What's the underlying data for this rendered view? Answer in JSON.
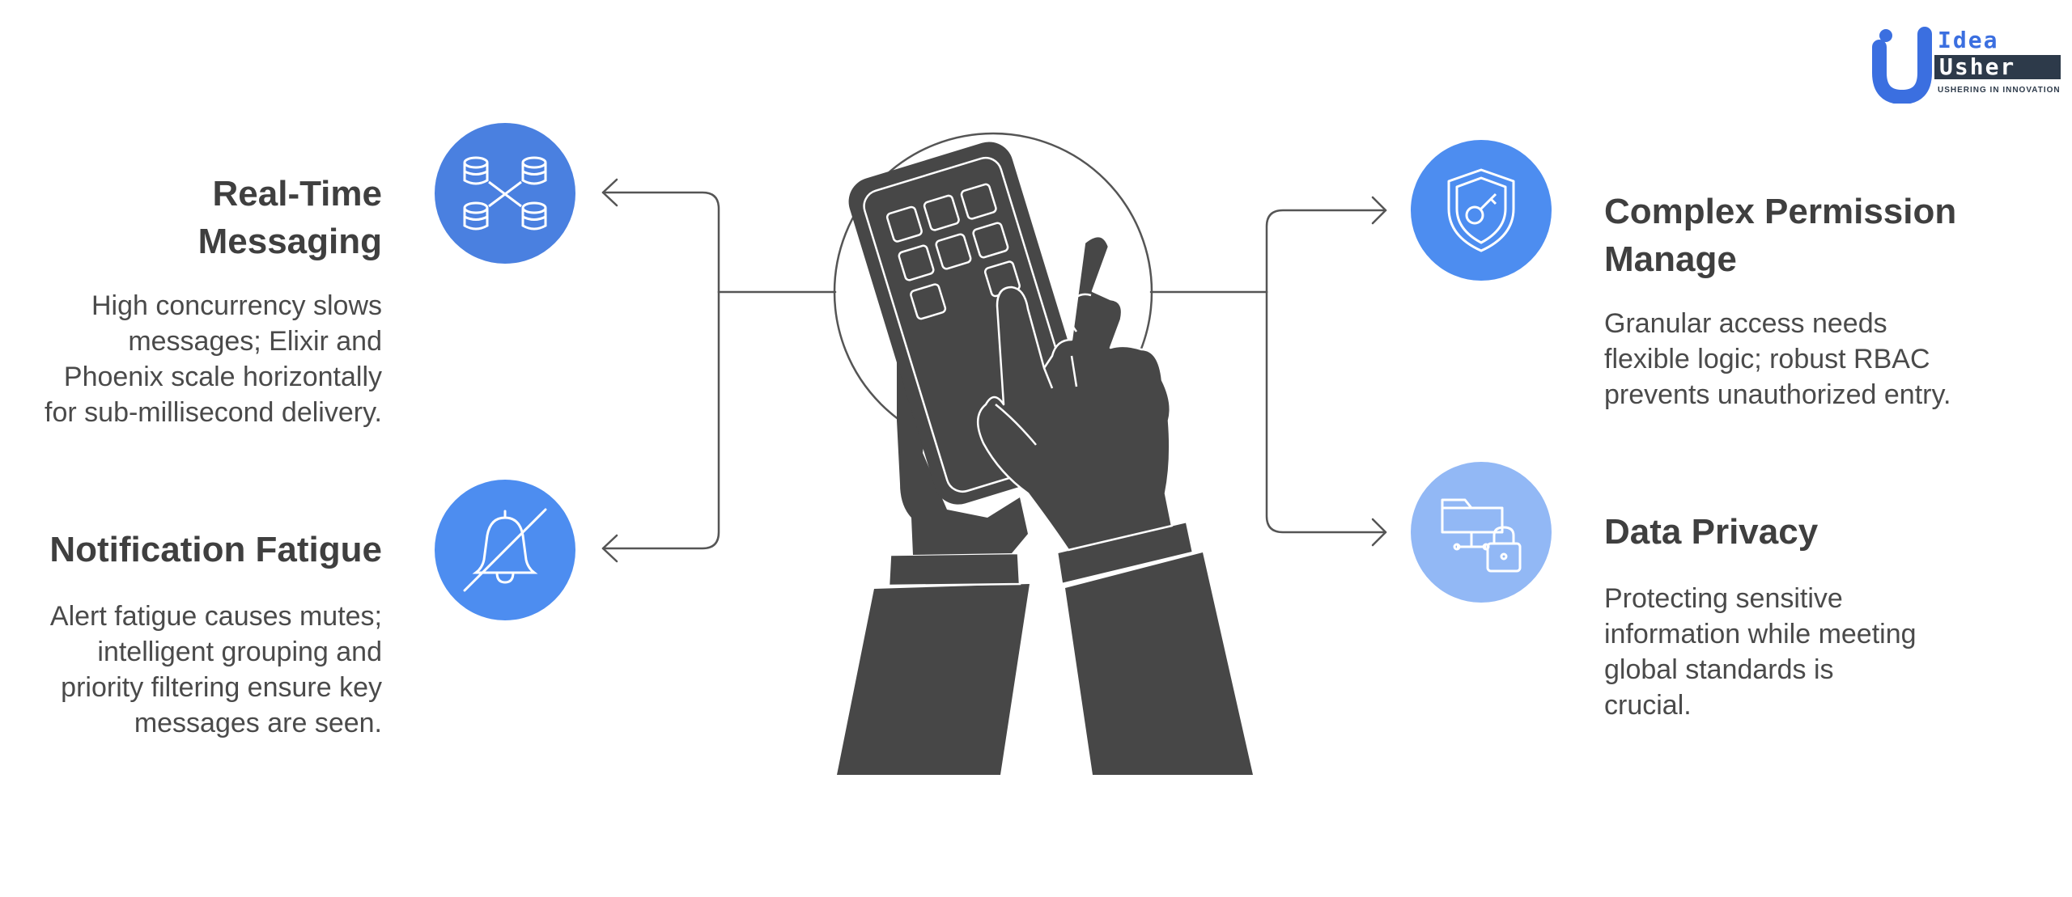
{
  "brand": {
    "line1": "Idea",
    "line2": "Usher",
    "tagline": "USHERING IN INNOVATION",
    "blue": "#3b6fe0",
    "dark": "#2d3a4a"
  },
  "colors": {
    "primary_blue": "#4a80e0",
    "accent_blue": "#4d8df0",
    "light_blue": "#92b8f5",
    "hand_dark": "#474747",
    "line": "#555555"
  },
  "cards": {
    "realtime": {
      "title_line1": "Real-Time",
      "title_line2": "Messaging",
      "desc": [
        "High concurrency slows",
        "messages; Elixir and",
        "Phoenix scale horizontally",
        "for sub-millisecond delivery."
      ],
      "icon": "database-network-icon"
    },
    "notification": {
      "title": "Notification Fatigue",
      "desc": [
        "Alert fatigue causes mutes;",
        "intelligent grouping and",
        "priority filtering ensure key",
        "messages are seen."
      ],
      "icon": "bell-off-icon"
    },
    "permission": {
      "title_line1": "Complex Permission",
      "title_line2": "Manage",
      "desc": [
        "Granular access needs",
        "flexible logic; robust RBAC",
        "prevents unauthorized entry."
      ],
      "icon": "shield-key-icon"
    },
    "privacy": {
      "title": "Data Privacy",
      "desc": [
        "Protecting sensitive",
        "information while meeting",
        "global standards is",
        "crucial."
      ],
      "icon": "folder-lock-icon"
    }
  },
  "center": {
    "icon": "hands-phone-illustration"
  }
}
